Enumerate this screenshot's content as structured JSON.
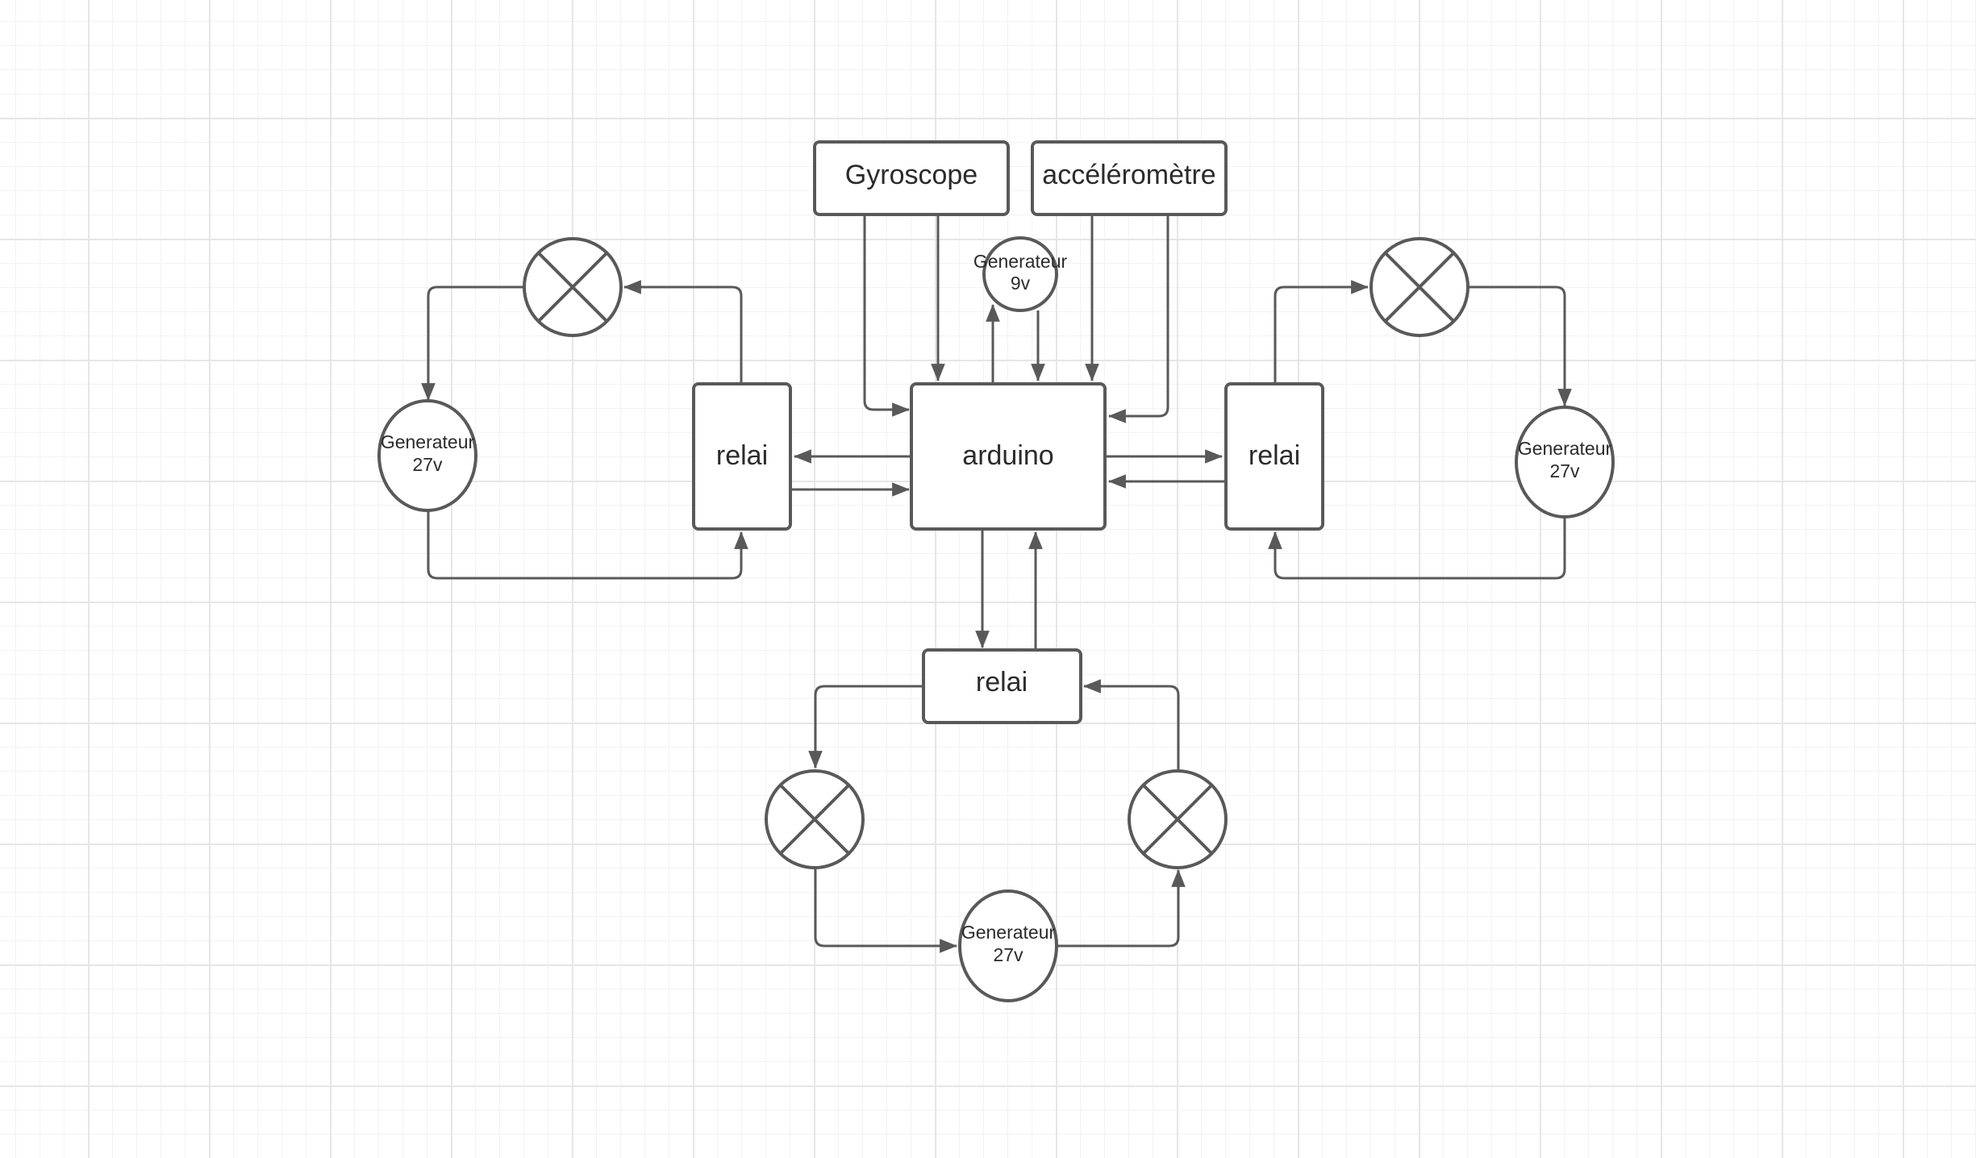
{
  "diagram": {
    "gyroscope": "Gyroscope",
    "accelerometre": "accéléromètre",
    "arduino": "arduino",
    "relai_left": "relai",
    "relai_right": "relai",
    "relai_bottom": "relai",
    "gen9v": {
      "line1": "Generateur",
      "line2": "9v"
    },
    "gen_left": {
      "line1": "Generateur",
      "line2": "27v"
    },
    "gen_right": {
      "line1": "Generateur",
      "line2": "27v"
    },
    "gen_bottom": {
      "line1": "Generateur",
      "line2": "27v"
    },
    "lamps": [
      "lamp-left",
      "lamp-right",
      "lamp-bottom-left",
      "lamp-bottom-right"
    ]
  },
  "colors": {
    "stroke": "#595959",
    "text": "#2b2b2b",
    "grid": "#e6e6e6"
  }
}
